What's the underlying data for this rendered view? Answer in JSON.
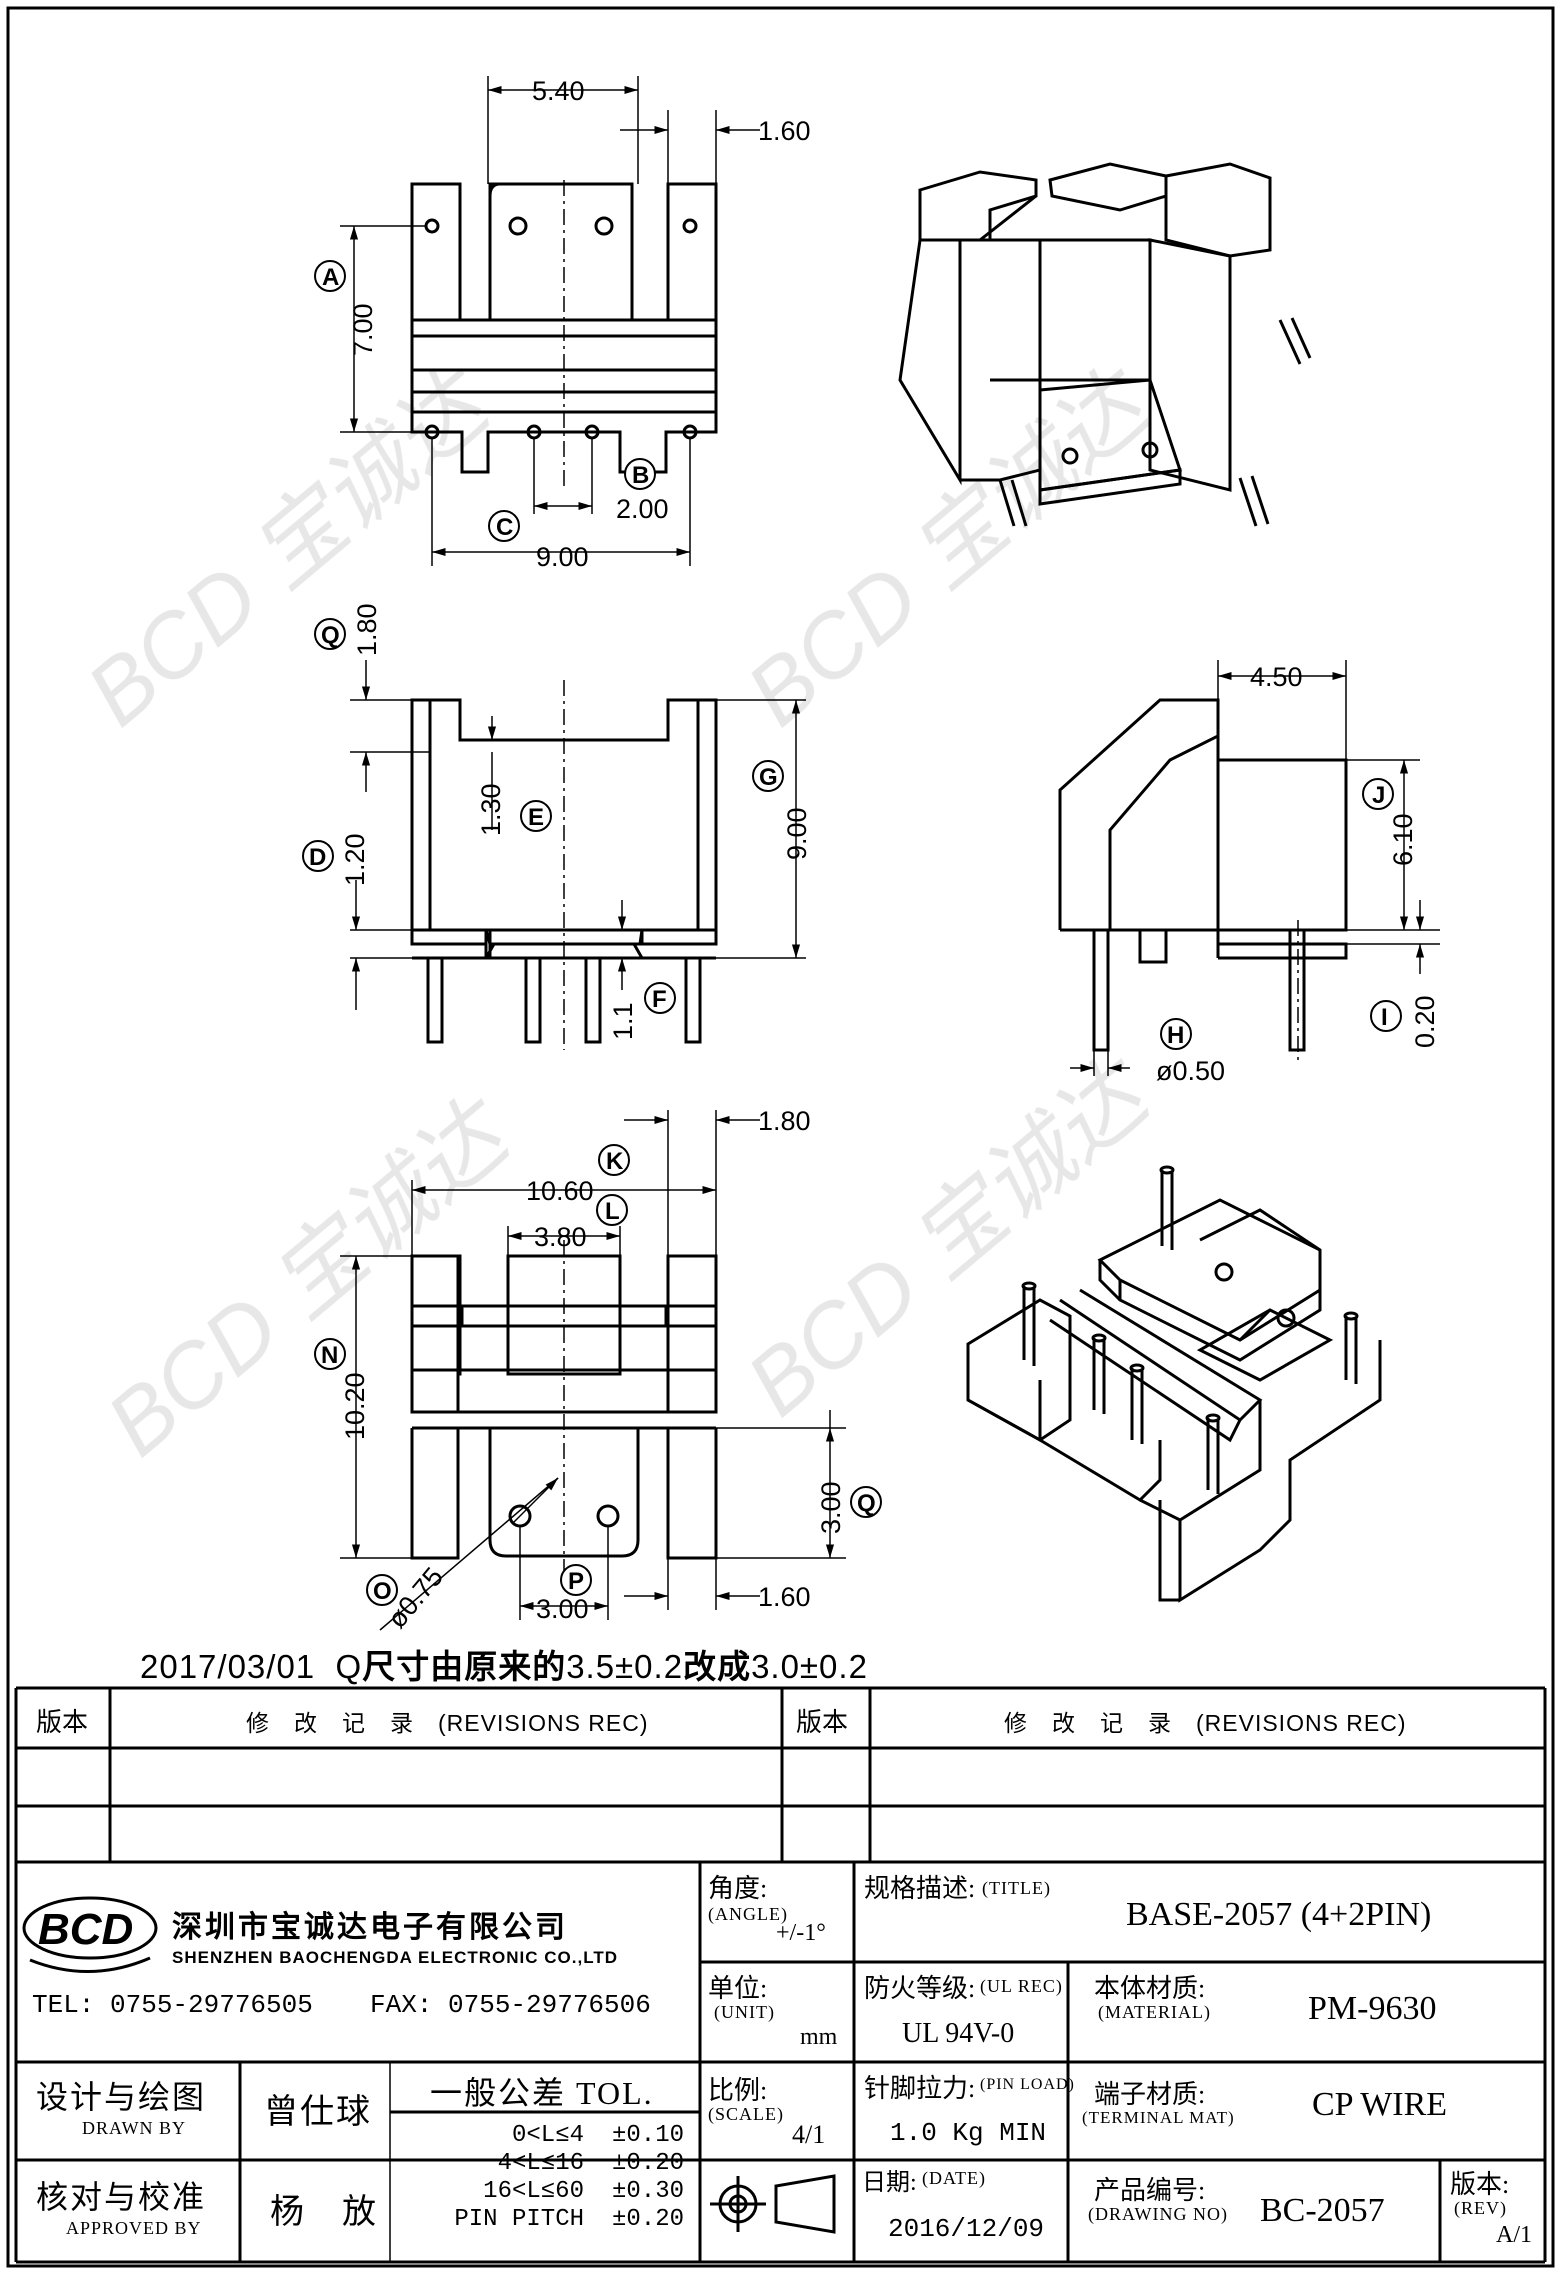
{
  "drawing": {
    "top_view": {
      "dims": {
        "d_540": "5.40",
        "d_160": "1.60",
        "d_700": "7.00",
        "d_200": "2.00",
        "d_900": "9.00"
      },
      "labels": {
        "A": "A",
        "B": "B",
        "C": "C"
      }
    },
    "front_view": {
      "dims": {
        "d_180": "1.80",
        "d_130": "1.30",
        "d_120": "1.20",
        "d_900": "9.00",
        "d_11": "1.1"
      },
      "labels": {
        "Q": "Q",
        "D": "D",
        "E": "E",
        "F": "F",
        "G": "G"
      }
    },
    "side_view": {
      "dims": {
        "d_450": "4.50",
        "d_610": "6.10",
        "d_020": "0.20",
        "d_050": "ø0.50"
      },
      "labels": {
        "J": "J",
        "I": "I",
        "H": "H"
      }
    },
    "bottom_view": {
      "dims": {
        "d_180": "1.80",
        "d_1060": "10.60",
        "d_380": "3.80",
        "d_1020": "10.20",
        "d_300v": "3.00",
        "d_075": "ø0.75",
        "d_300h": "3.00",
        "d_160": "1.60"
      },
      "labels": {
        "K": "K",
        "L": "L",
        "N": "N",
        "Q": "Q",
        "O": "O",
        "P": "P"
      }
    }
  },
  "revision_note": {
    "date": "2017/03/01",
    "prefix": "Q",
    "t1": "尺寸由原来的",
    "v1": "3.5±0.2",
    "t2": "改成",
    "v2": "3.0±0.2"
  },
  "revisions_header": {
    "left_version": "版本",
    "left_title": "修　改　记　录　(REVISIONS REC)",
    "right_version": "版本",
    "right_title": "修　改　记　录　(REVISIONS REC)"
  },
  "company": {
    "logo_text": "BCD",
    "name_cn": "深圳市宝诚达电子有限公司",
    "name_en": "SHENZHEN BAOCHENGDA ELECTRONIC CO.,LTD",
    "tel": "TEL: 0755-29776505",
    "fax": "FAX: 0755-29776506"
  },
  "title_block": {
    "angle_label": "角度:",
    "angle_sub": "(ANGLE)",
    "angle_value": "+/-1°",
    "title_label": "规格描述:",
    "title_sub": "(TITLE)",
    "title_value": "BASE-2057 (4+2PIN)",
    "unit_label": "单位:",
    "unit_sub": "(UNIT)",
    "unit_value": "mm",
    "ul_label": "防火等级:",
    "ul_sub": "(UL REC)",
    "ul_value": "UL 94V-0",
    "material_label": "本体材质:",
    "material_sub": "(MATERIAL)",
    "material_value": "PM-9630",
    "designer_label": "设计与绘图",
    "designer_sub": "DRAWN BY",
    "designer_name": "曾仕球",
    "tol_label": "一般公差 TOL.",
    "tol_rows": [
      {
        "range": "0<L≤4",
        "value": "±0.10"
      },
      {
        "range": "4<L≤16",
        "value": "±0.20"
      },
      {
        "range": "16<L≤60",
        "value": "±0.30"
      },
      {
        "range": "PIN PITCH",
        "value": "±0.20"
      }
    ],
    "scale_label": "比例:",
    "scale_sub": "(SCALE)",
    "scale_value": "4/1",
    "pinload_label": "针脚拉力:",
    "pinload_sub": "(PIN LOAD)",
    "pinload_value": "1.0 Kg MIN",
    "terminal_label": "端子材质:",
    "terminal_sub": "(TERMINAL MAT)",
    "terminal_value": "CP WIRE",
    "approver_label": "核对与校准",
    "approver_sub": "APPROVED BY",
    "approver_name": "杨　放",
    "date_label": "日期:",
    "date_sub": "(DATE)",
    "date_value": "2016/12/09",
    "dwgno_label": "产品编号:",
    "dwgno_sub": "(DRAWING NO)",
    "dwgno_value": "BC-2057",
    "rev_label": "版本:",
    "rev_sub": "(REV)",
    "rev_value": "A/1"
  }
}
